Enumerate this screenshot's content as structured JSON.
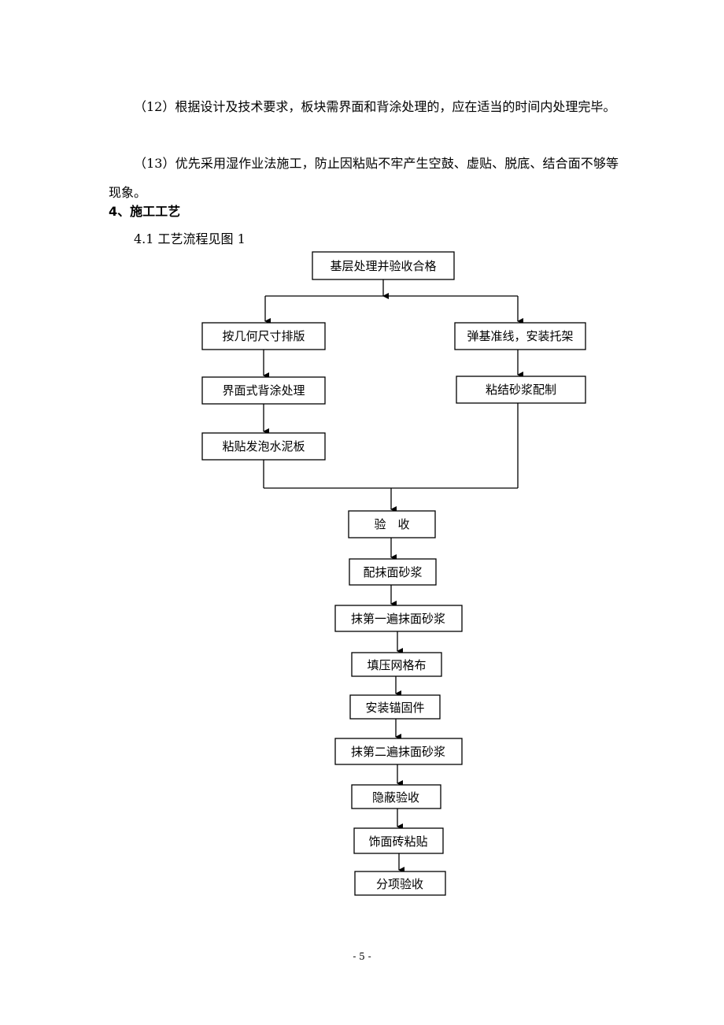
{
  "paragraphs": [
    "（12）根据设计及技术要求，板块需界面和背涂处理的，应在适当的时间内处理完毕。",
    "（13）优先采用湿作业法施工，防止因粘贴不牢产生空鼓、虚贴、脱底、结合面不够等现象。"
  ],
  "section_title": "4、施工工艺",
  "subsection_title": "4.1 工艺流程见图 1",
  "flowchart": {
    "top": "基层处理并验收合格",
    "left_branch": [
      "按几何尺寸排版",
      "界面式背涂处理",
      "粘贴发泡水泥板"
    ],
    "right_branch": [
      "弹基准线，安装托架",
      "粘结砂浆配制"
    ],
    "main_steps": [
      "验　收",
      "配抹面砂浆",
      "抹第一遍抹面砂浆",
      "填压网格布",
      "安装锚固件",
      "抹第二遍抹面砂浆",
      "隐蔽验收",
      "饰面砖粘贴",
      "分项验收"
    ]
  },
  "page_number": "- 5 -"
}
